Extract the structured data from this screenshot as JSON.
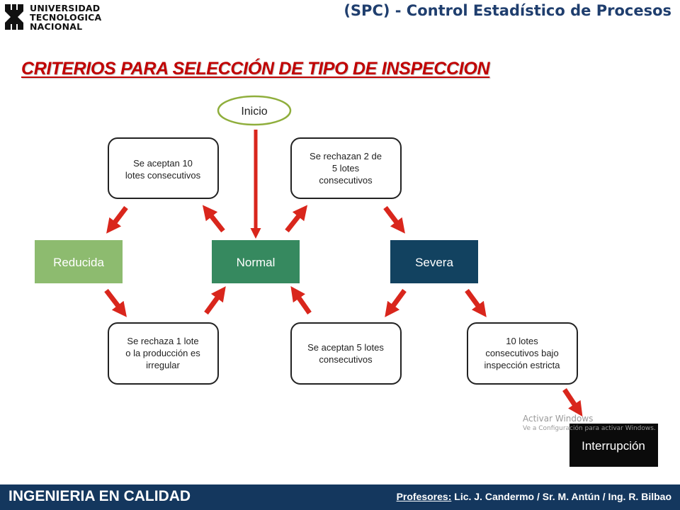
{
  "header": {
    "logo_lines": [
      "UNIVERSIDAD",
      "TECNOLOGICA",
      "NACIONAL"
    ],
    "title": "(SPC) - Control Estadístico de Procesos"
  },
  "slide_title": "CRITERIOS PARA SELECCIÓN DE TIPO DE INSPECCION",
  "diagram": {
    "start": {
      "label": "Inicio"
    },
    "states": {
      "reducida": {
        "label": "Reducida",
        "color": "#8dbb6f"
      },
      "normal": {
        "label": "Normal",
        "color": "#36895f"
      },
      "severa": {
        "label": "Severa",
        "color": "#124260"
      },
      "interrupcion": {
        "label": "Interrupción",
        "color": "#0b0b0b"
      }
    },
    "conditions": {
      "aceptan10": [
        "Se aceptan 10",
        "lotes consecutivos"
      ],
      "rechazan2de5": [
        "Se rechazan 2 de",
        "5 lotes",
        "consecutivos"
      ],
      "rechaza1": [
        "Se rechaza 1 lote",
        "o la producción es",
        "irregular"
      ],
      "aceptan5": [
        "Se aceptan 5 lotes",
        "consecutivos"
      ],
      "diez_lotes": [
        "10 lotes",
        "consecutivos bajo",
        "inspección estricta"
      ]
    },
    "arrow_color": "#d9261c"
  },
  "watermark": {
    "line1": "Activar Windows",
    "line2": "Ve a Configuración para activar Windows."
  },
  "footer": {
    "left": "INGENIERIA EN CALIDAD",
    "right_label": "Profesores:",
    "right_text": "Lic. J. Candermo / Sr. M. Antún / Ing. R. Bilbao"
  }
}
